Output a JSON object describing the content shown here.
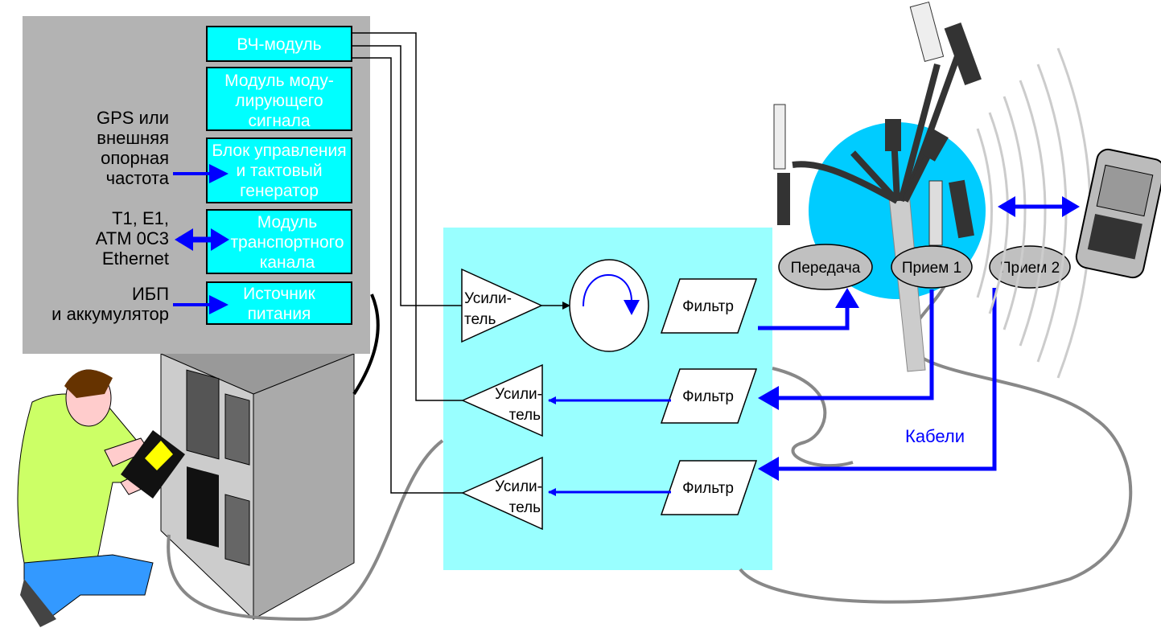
{
  "modules": [
    {
      "lines": [
        "ВЧ-модуль"
      ]
    },
    {
      "lines": [
        "Модуль моду-",
        "лирующего",
        "сигнала"
      ]
    },
    {
      "lines": [
        "Блок управления",
        "и тактовый",
        "генератор"
      ]
    },
    {
      "lines": [
        "Модуль",
        "транспортного",
        "канала"
      ]
    },
    {
      "lines": [
        "Источник",
        "питания"
      ]
    }
  ],
  "inputs": [
    {
      "lines": [
        "GPS или",
        "внешняя",
        "опорная",
        "частота"
      ]
    },
    {
      "lines": [
        "T1, E1,",
        "ATM 0C3",
        "Ethernet"
      ]
    },
    {
      "lines": [
        "ИБП",
        "и аккумулятор"
      ]
    }
  ],
  "amplifier": {
    "lines": [
      "Усили-",
      "тель"
    ]
  },
  "filter": "Фильтр",
  "antennas": {
    "tx": "Передача",
    "rx1": "Прием 1",
    "rx2": "Прием 2"
  },
  "cables": "Кабели",
  "colors": {
    "module": "#00ffff",
    "panel": "#b3b3b3",
    "rf_panel": "#99ffff",
    "signal": "#0000ff",
    "coverage": "#00ccff"
  }
}
